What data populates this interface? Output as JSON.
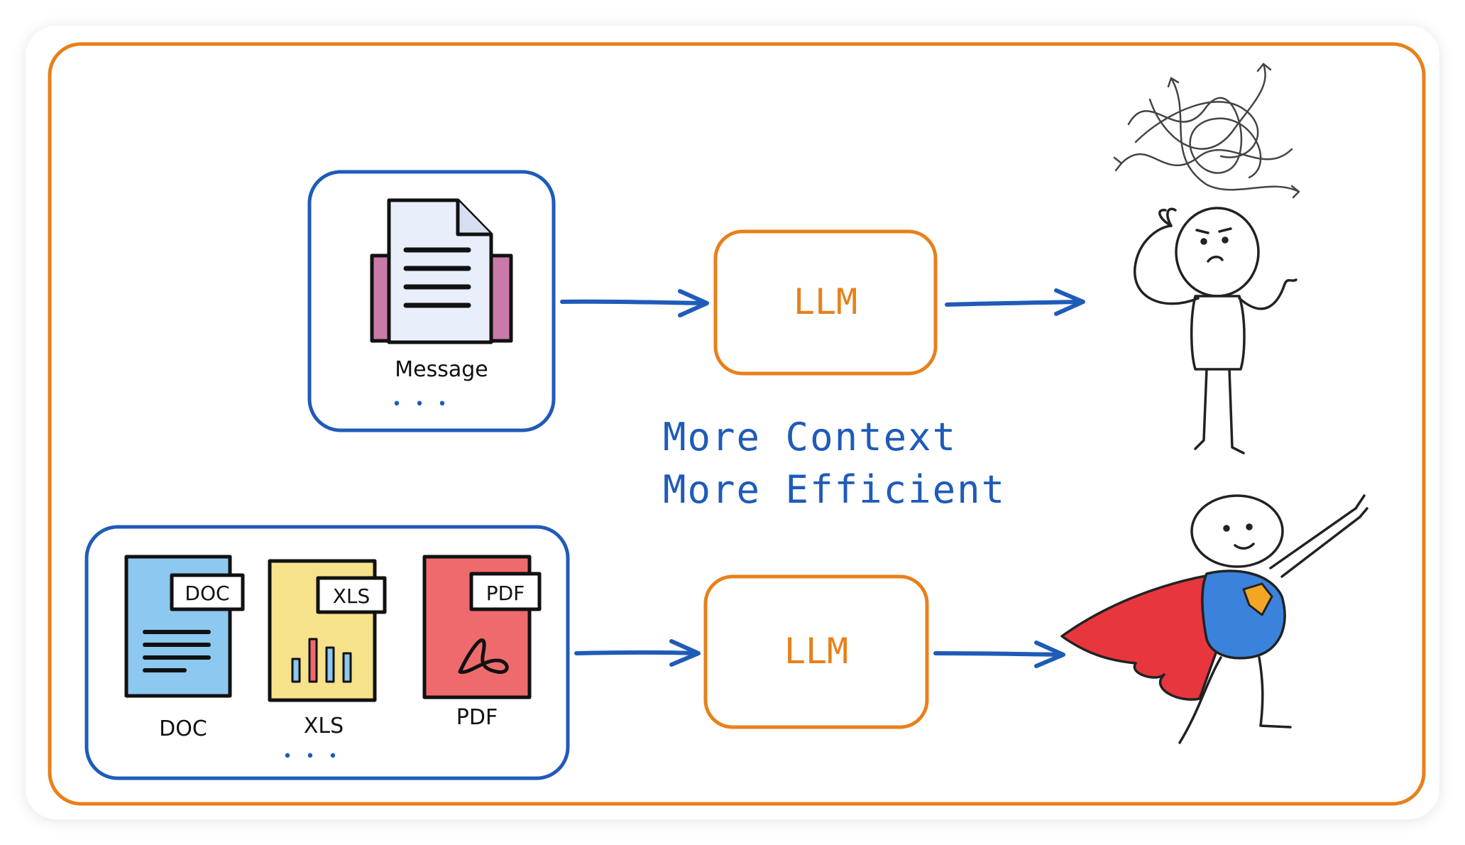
{
  "top_flow": {
    "input_label": "Message",
    "input_more": "• • •",
    "model_label": "LLM"
  },
  "center_text": {
    "line1": "More Context",
    "line2": "More Efficient"
  },
  "bottom_flow": {
    "doc": {
      "tag": "DOC",
      "caption": "DOC"
    },
    "xls": {
      "tag": "XLS",
      "caption": "XLS"
    },
    "pdf": {
      "tag": "PDF",
      "caption": "PDF"
    },
    "input_more": "• • •",
    "model_label": "LLM"
  },
  "colors": {
    "outer_frame": "#e8801a",
    "input_box": "#1f5bb8",
    "arrow": "#1f5bb8",
    "llm_box": "#e8801a",
    "llm_text": "#e8801a",
    "center_text": "#1f5bb8",
    "doc_fill": "#8cc8f0",
    "xls_fill": "#f7e28c",
    "pdf_fill": "#ee6a6d",
    "cape": "#e8363e",
    "suit": "#3b82dc",
    "badge": "#f2a623"
  }
}
